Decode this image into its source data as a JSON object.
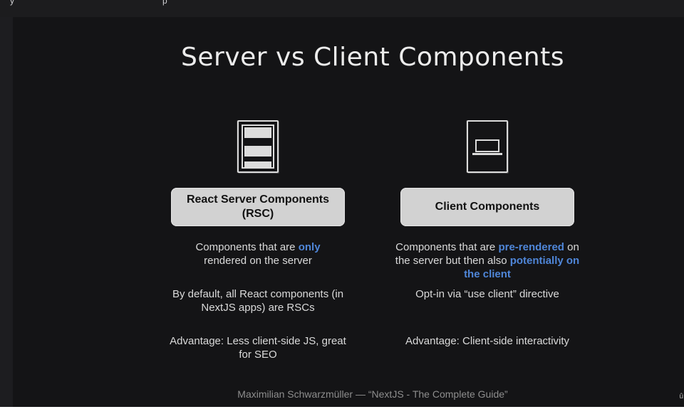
{
  "slide": {
    "title": "Server vs Client Components",
    "footer": "Maximilian Schwarzmüller — “NextJS - The Complete Guide”",
    "server": {
      "icon": "server-icon",
      "label_line1": "React Server Components",
      "label_line2": "(RSC)",
      "desc1_a": "Components that are ",
      "desc1_hl": "only",
      "desc1_b": "rendered on the server",
      "desc2": "By default, all React components (in NextJS apps) are RSCs",
      "desc3": "Advantage: Less client-side JS, great for SEO"
    },
    "client": {
      "icon": "laptop-icon",
      "label": "Client Components",
      "desc1_a": "Components that are ",
      "desc1_hl1": "pre-rendered",
      "desc1_b": " on the server but then also ",
      "desc1_hl2": "potentially on the client",
      "desc2": "Opt-in via “use client” directive",
      "desc3": "Advantage: Client-side interactivity"
    }
  },
  "colors": {
    "slide_bg": "#141416",
    "highlight": "#4f86d8",
    "label_box": "#d2d2d2"
  }
}
